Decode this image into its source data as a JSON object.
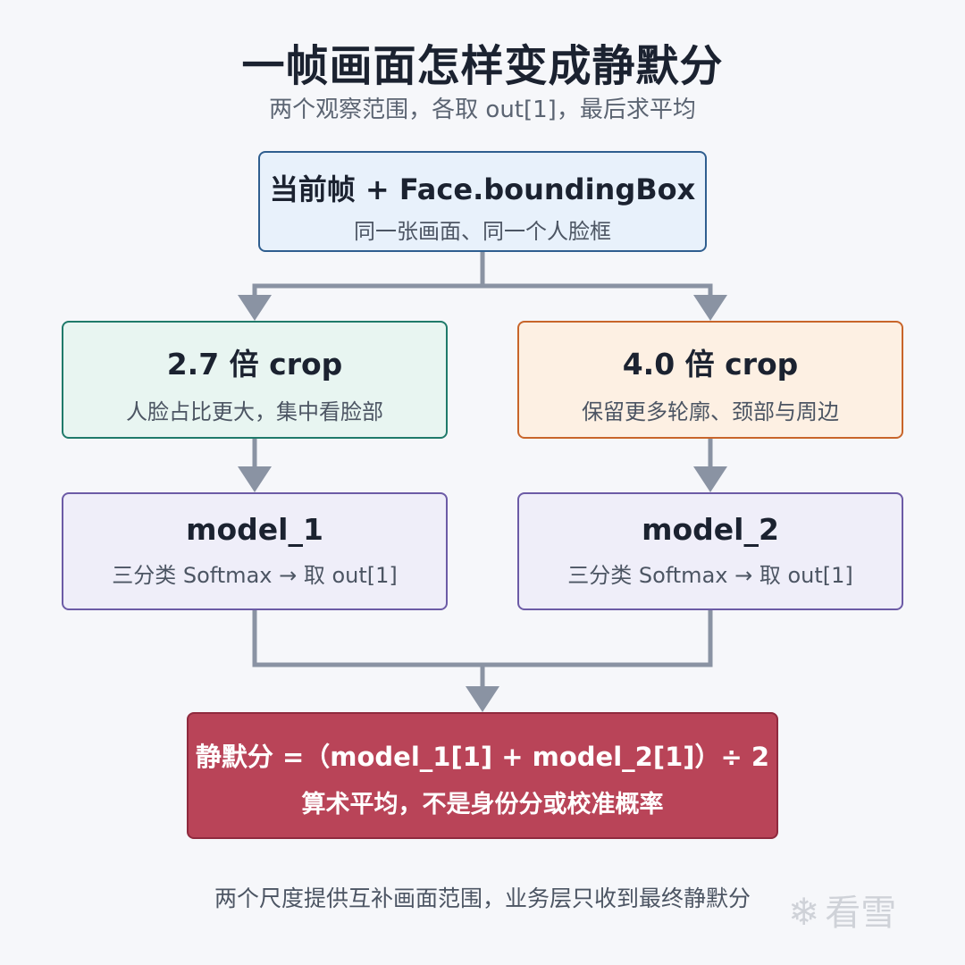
{
  "title": "一帧画面怎样变成静默分",
  "subtitle": "两个观察范围，各取 out[1]，最后求平均",
  "source": {
    "head": "当前帧 + Face.boundingBox",
    "sub": "同一张画面、同一个人脸框"
  },
  "crop_left": {
    "head": "2.7 倍 crop",
    "sub": "人脸占比更大，集中看脸部"
  },
  "crop_right": {
    "head": "4.0 倍 crop",
    "sub": "保留更多轮廓、颈部与周边"
  },
  "model_left": {
    "head": "model_1",
    "sub": "三分类 Softmax → 取 out[1]"
  },
  "model_right": {
    "head": "model_2",
    "sub": "三分类 Softmax → 取 out[1]"
  },
  "result": {
    "head": "静默分 =（model_1[1] + model_2[1]）÷ 2",
    "sub": "算术平均，不是身份分或校准概率"
  },
  "footer": "两个尺度提供互补画面范围，业务层只收到最终静默分",
  "watermark": {
    "icon": "snowflake-icon",
    "text": "看雪"
  },
  "colors": {
    "connector": "#8a93a3",
    "source_border": "#2f5e8f",
    "crop_left_border": "#1f7a6a",
    "crop_right_border": "#c8652a",
    "model_border": "#6c5ba6",
    "result_fill": "#b94458"
  }
}
